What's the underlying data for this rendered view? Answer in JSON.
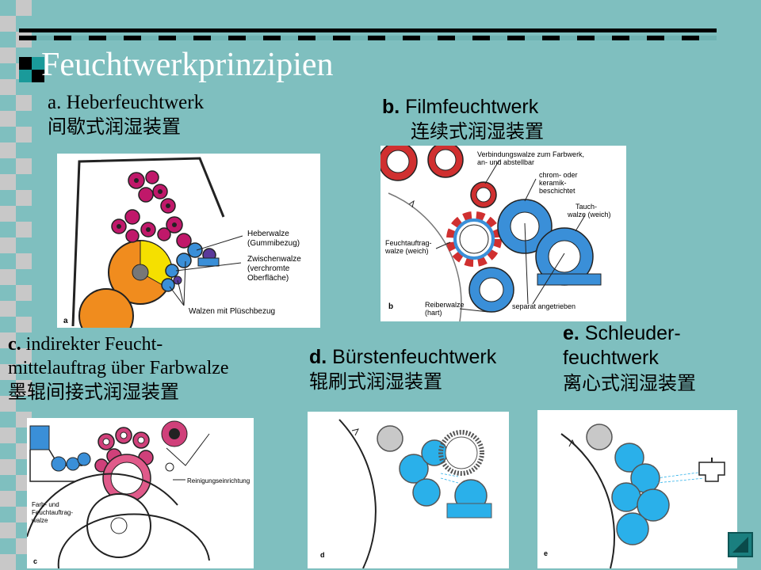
{
  "title": "Feuchtwerkprinzipien",
  "panels": {
    "a": {
      "label_de": "a. Heberfeuchtwerk",
      "label_cn": "间歇式润湿装置",
      "tag": "a",
      "annot_heber_1": "Heberwalze",
      "annot_heber_2": "(Gummibezug)",
      "annot_zw_1": "Zwischenwalze",
      "annot_zw_2": "(verchromte",
      "annot_zw_3": "Oberfläche)",
      "annot_walzen": "Walzen mit Plüschbezug"
    },
    "b": {
      "label_prefix": "b.",
      "label_de": " Filmfeuchtwerk",
      "label_cn": "连续式润湿装置",
      "tag": "b",
      "annot_verb_1": "Verbindungswalze zum Farbwerk,",
      "annot_verb_2": "an- und abstellbar",
      "annot_chrom_1": "chrom- oder",
      "annot_chrom_2": "keramik-",
      "annot_chrom_3": "beschichtet",
      "annot_tauch_1": "Tauch-",
      "annot_tauch_2": "walze (weich)",
      "annot_feucht_1": "Feuchtauftrag-",
      "annot_feucht_2": "walze (weich)",
      "annot_reiber_1": "Reiberwalze",
      "annot_reiber_2": "(hart)",
      "annot_separat": "separat angetrieben"
    },
    "c": {
      "label_prefix": "c.",
      "label_de_1": " indirekter Feucht-",
      "label_de_2": "mittelauftrag über Farbwalze",
      "label_cn": "墨辊间接式润湿装置",
      "tag": "c",
      "annot_reinigung": "Reinigungseinrichtung",
      "annot_farb_1": "Farb- und",
      "annot_farb_2": "Feuchtauftrag-",
      "annot_farb_3": "walze"
    },
    "d": {
      "label_prefix": "d.",
      "label_de": " Bürstenfeuchtwerk",
      "label_cn": "辊刷式润湿装置",
      "tag": "d"
    },
    "e": {
      "label_prefix": "e.",
      "label_de_1": " Schleuder-",
      "label_de_2": "feuchtwerk",
      "label_cn": "离心式润湿装置",
      "tag": "e"
    }
  },
  "colors": {
    "background": "#7fbfbf",
    "checker": "#c8c8c8",
    "roller_blue": "#3a8fd8",
    "roller_red": "#d03030",
    "roller_magenta": "#c0186a",
    "roller_orange": "#f08c1e",
    "roller_yellow": "#f5e000",
    "title": "#ffffff"
  }
}
